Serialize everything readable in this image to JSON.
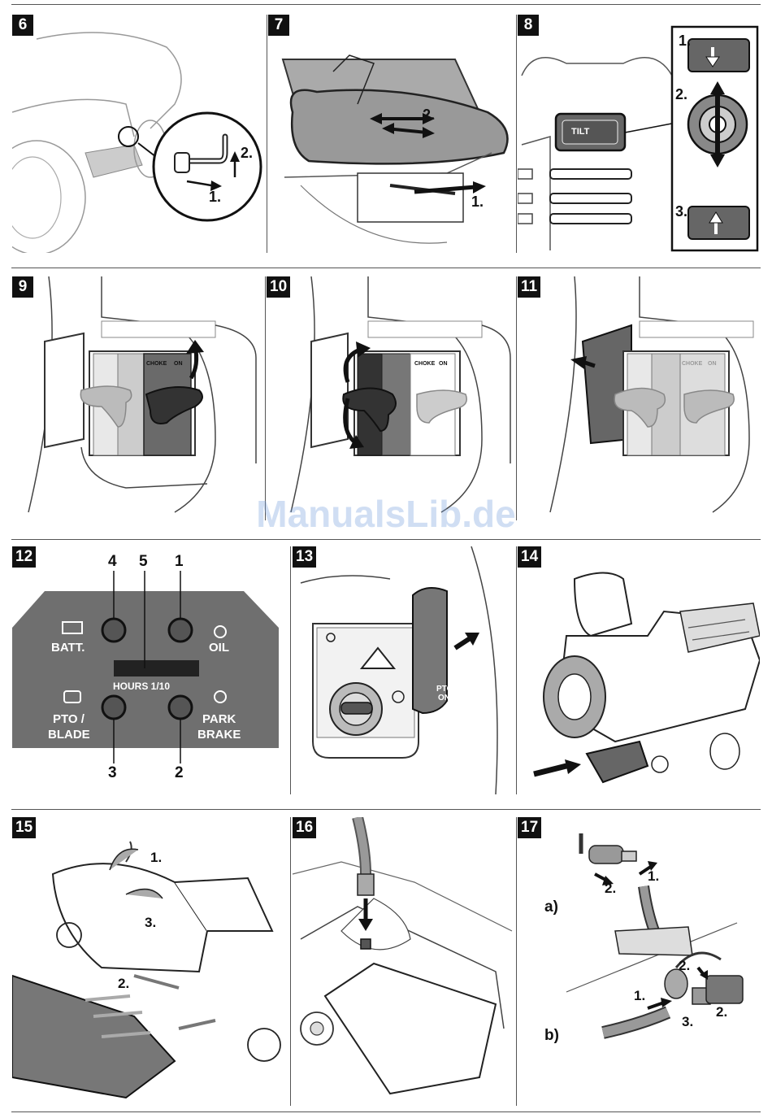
{
  "watermark": "ManualsLib.de",
  "figures": {
    "f6": {
      "number": "6",
      "labels": {
        "step1": "1.",
        "step2": "2."
      }
    },
    "f7": {
      "number": "7",
      "labels": {
        "step1": "1.",
        "step2": "2."
      }
    },
    "f8": {
      "number": "8",
      "button_text": "TILT",
      "labels": {
        "step1": "1.",
        "step2": "2.",
        "step3": "3."
      }
    },
    "f9": {
      "number": "9",
      "choke": "CHOKE",
      "on": "ON"
    },
    "f10": {
      "number": "10",
      "choke": "CHOKE",
      "on": "ON"
    },
    "f11": {
      "number": "11",
      "choke": "CHOKE",
      "on": "ON"
    },
    "f12": {
      "number": "12",
      "callouts": {
        "c4": "4",
        "c5": "5",
        "c1": "1",
        "c3": "3",
        "c2": "2"
      },
      "batt": "BATT.",
      "oil": "OIL",
      "hours": "HOURS 1/10",
      "pto_line1": "PTO /",
      "pto_line2": "BLADE",
      "park_line1": "PARK",
      "park_line2": "BRAKE"
    },
    "f13": {
      "number": "13",
      "pto": "PTO",
      "on": "ON"
    },
    "f14": {
      "number": "14"
    },
    "f15": {
      "number": "15",
      "labels": {
        "step1": "1.",
        "step2": "2.",
        "step3": "3."
      }
    },
    "f16": {
      "number": "16"
    },
    "f17": {
      "number": "17",
      "sub_a": "a)",
      "sub_b": "b)",
      "a_labels": {
        "step1": "1.",
        "step2": "2."
      },
      "b_labels": {
        "step1": "1.",
        "step2a": "2.",
        "step2b": "2.",
        "step3": "3."
      }
    }
  },
  "colors": {
    "panel_gray": "#6f6f6f",
    "ink": "#111111",
    "seat_gray": "#9a9a9a"
  }
}
